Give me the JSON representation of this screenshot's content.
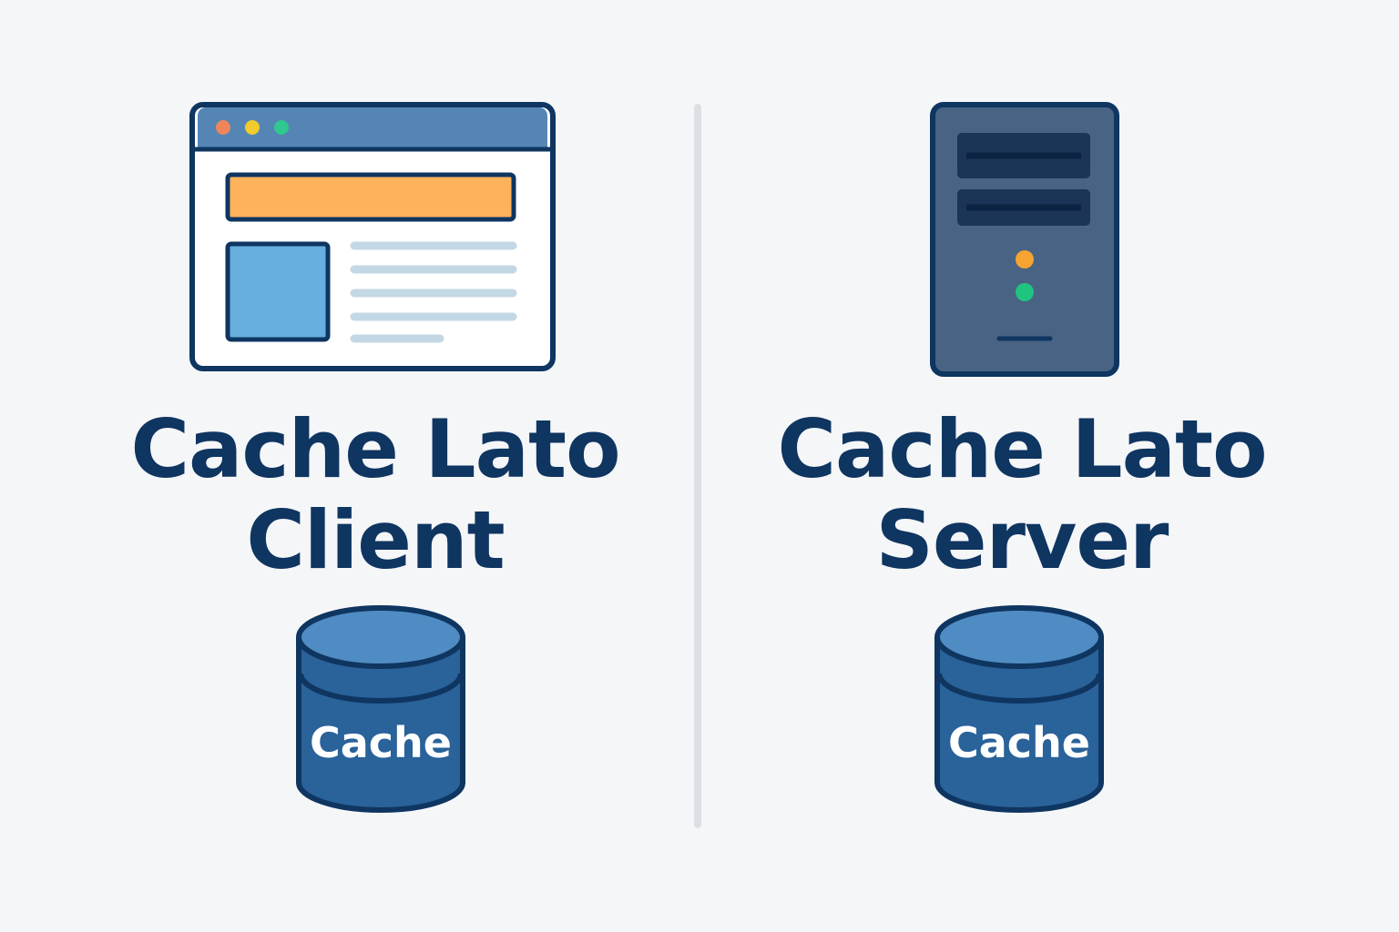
{
  "client": {
    "title_line1": "Cache Lato",
    "title_line2": "Client",
    "database_label": "Cache"
  },
  "server": {
    "title_line1": "Cache Lato",
    "title_line2": "Server",
    "database_label": "Cache"
  },
  "colors": {
    "background": "#f5f6f8",
    "text_dark_blue": "#0f3561",
    "outline": "#0f3561",
    "browser_titlebar": "#5585b5",
    "browser_banner": "#ffb25c",
    "browser_image": "#66afdf",
    "browser_text_lines": "#c3d8e5",
    "dot_red": "#f0855b",
    "dot_yellow": "#f2cb2c",
    "dot_green": "#2ec890",
    "server_body": "#486383",
    "server_slot": "#1a3556",
    "led_orange": "#f5a431",
    "led_green": "#1fc47f",
    "cylinder_top": "#4f8cc3",
    "cylinder_body": "#2a629a",
    "divider": "#dcdfe4"
  },
  "icons": {
    "client": "browser-window-icon",
    "server": "server-tower-icon",
    "database": "database-cylinder-icon"
  }
}
